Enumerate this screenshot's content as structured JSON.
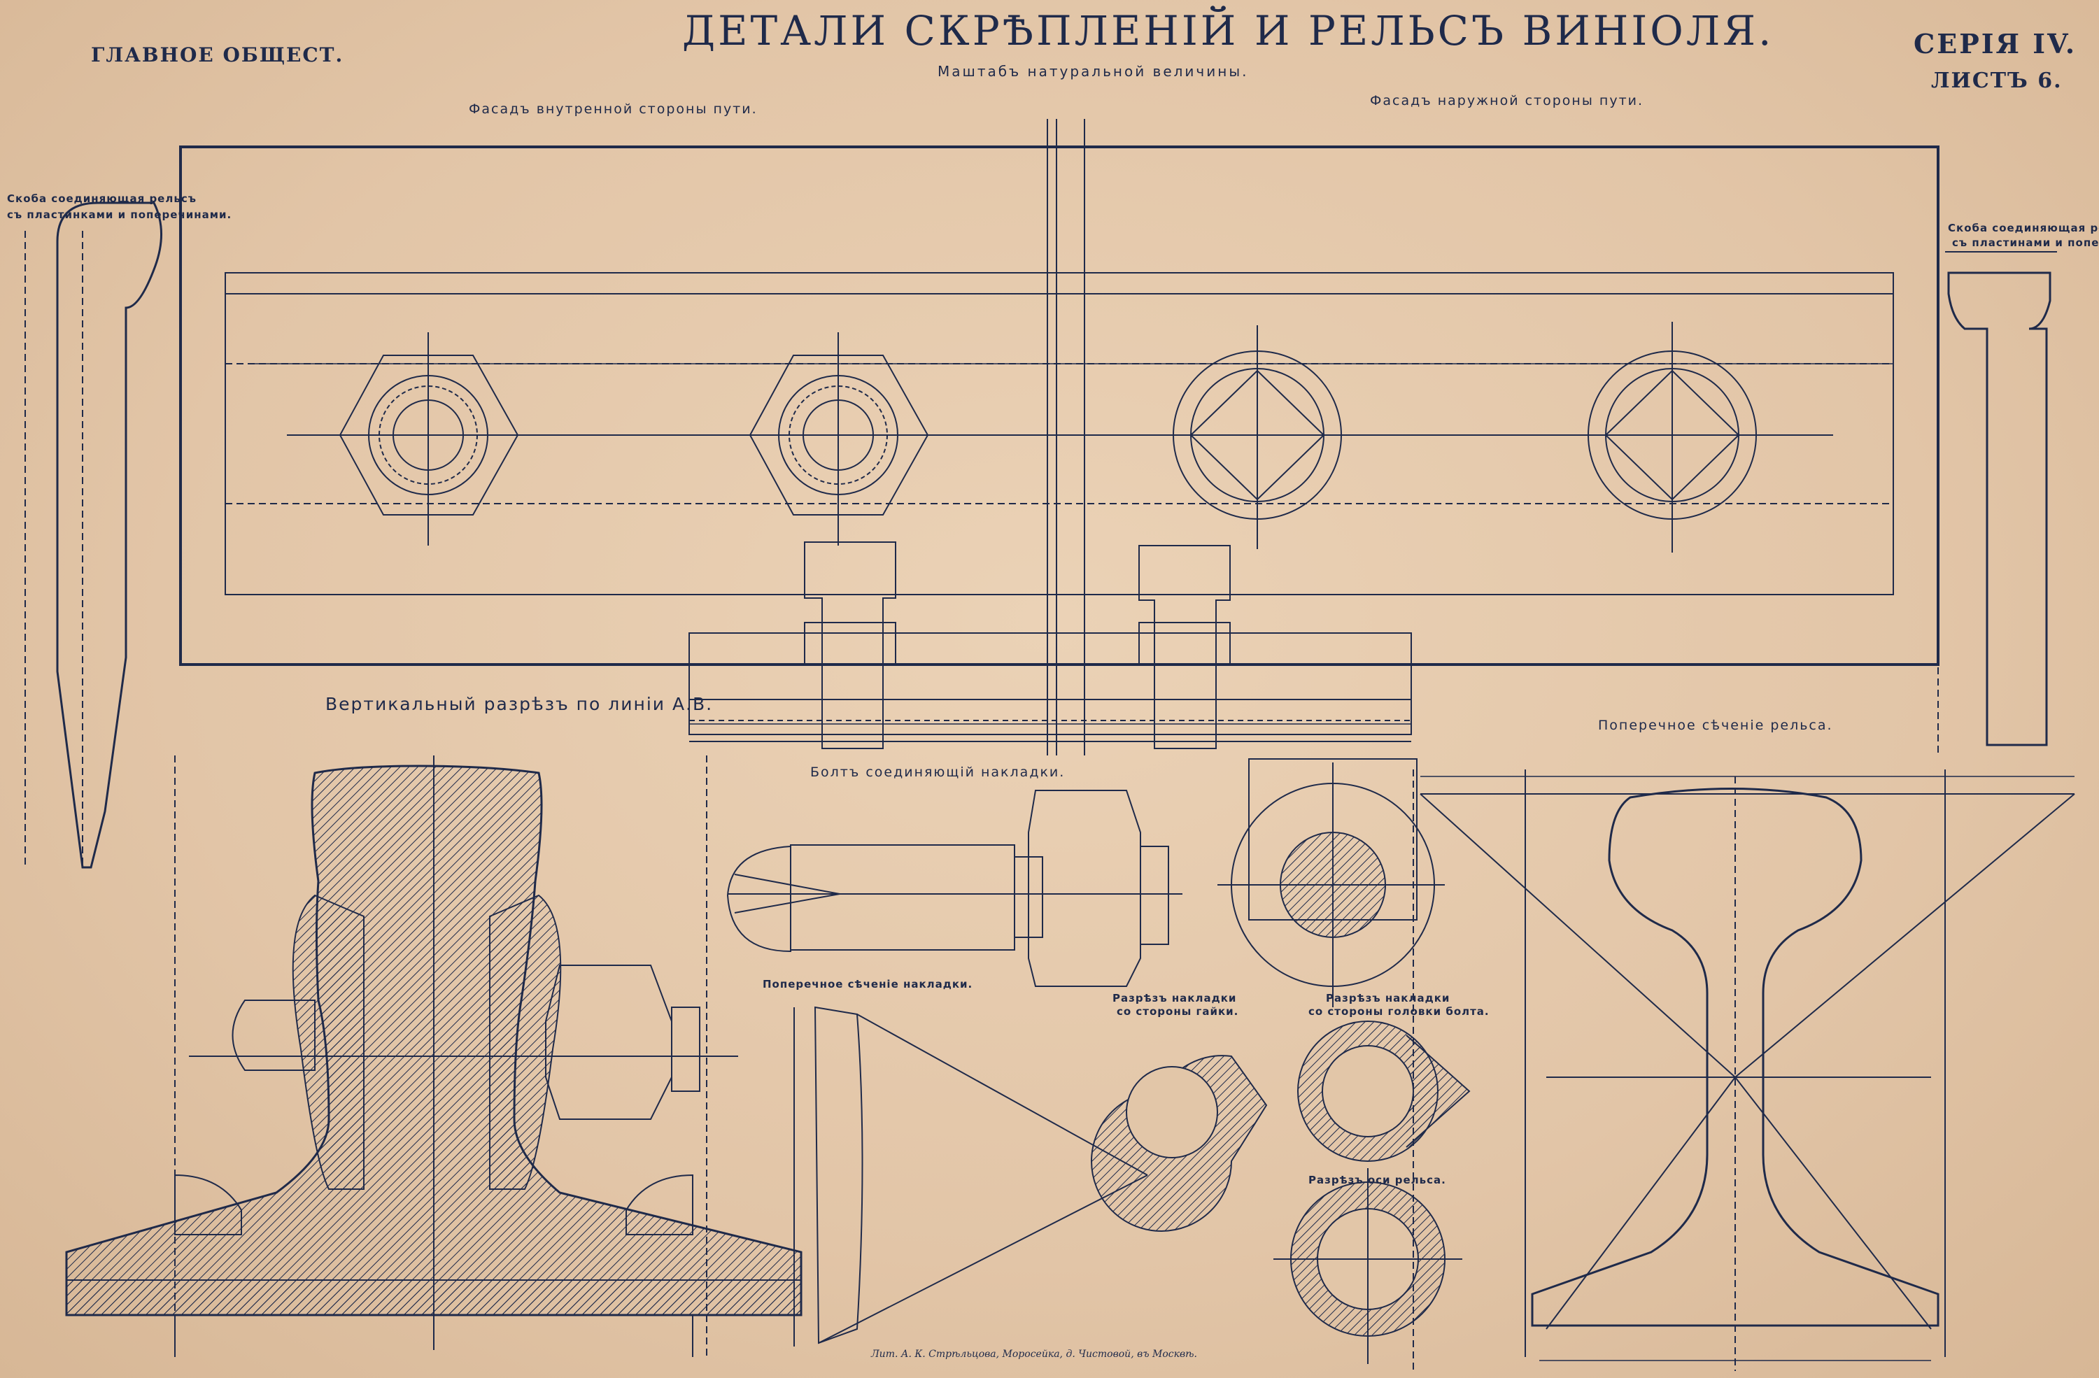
{
  "sheet": {
    "title": "ДЕТАЛИ СКРѢПЛЕНІЙ И РЕЛЬСЪ ВИНІОЛЯ.",
    "scale_note": "Маштабъ натуральной величины.",
    "company": "ГЛАВНОЕ ОБЩЕСТ.",
    "series": "СЕРІЯ IV.",
    "sheet_no": "ЛИСТЪ 6.",
    "printer": "Лит. А. К. Стрѣльцова, Моросейка, д. Чистовой, въ Москвѣ."
  },
  "labels": {
    "inner_facade": "Фасадъ внутренной стороны пути.",
    "outer_facade": "Фасадъ наружной стороны пути.",
    "clamp_left_1": "Скоба соединяющая рельсъ",
    "clamp_left_2": "съ пластинками и поперечинами.",
    "clamp_right_1": "Скоба соединяющая рельсъ",
    "clamp_right_2": "съ пластинами и поперечин.",
    "vertical_section": "Вертикальный разрѣзъ по линіи А.В.",
    "bolt": "Болтъ соединяющій накладки.",
    "rail_cross_section": "Поперечное сѣченіе рельса.",
    "splice_cross_section": "Поперечное сѣченіе накладки.",
    "section_nut_side_1": "Разрѣзъ накладки",
    "section_nut_side_2": "со стороны гайки.",
    "section_bolt_head_1": "Разрѣзъ накладки",
    "section_bolt_head_2": "со стороны головки болта.",
    "rail_axis_section": "Разрѣзъ оси рельса."
  },
  "colors": {
    "paper": "#e3c7aa",
    "ink": "#1f2a4a"
  }
}
